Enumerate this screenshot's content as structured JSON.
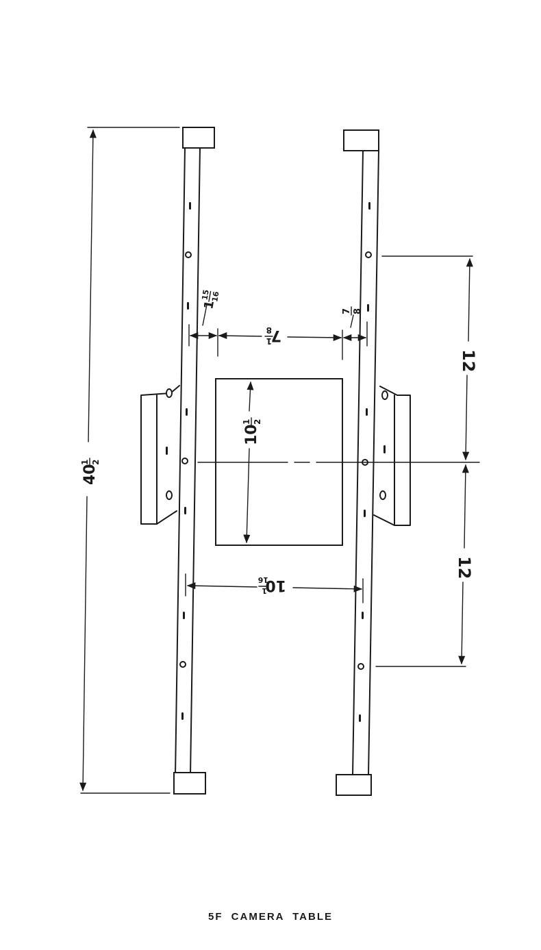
{
  "caption": "5F CAMERA TABLE",
  "dimensions": {
    "overall_length": {
      "whole": "40",
      "num": "1",
      "den": "2"
    },
    "left_rail_offset": {
      "num": "15",
      "den": "16",
      "whole": "1"
    },
    "inner_gap": {
      "whole": "7",
      "num": "1",
      "den": "8"
    },
    "right_rail_offset": {
      "num": "7",
      "den": "8"
    },
    "plate_height": {
      "whole": "10",
      "num": "1",
      "den": "2"
    },
    "rail_spacing": {
      "whole": "10",
      "num": "1",
      "den": "16"
    },
    "upper_spacing": "12",
    "lower_spacing": "12"
  }
}
